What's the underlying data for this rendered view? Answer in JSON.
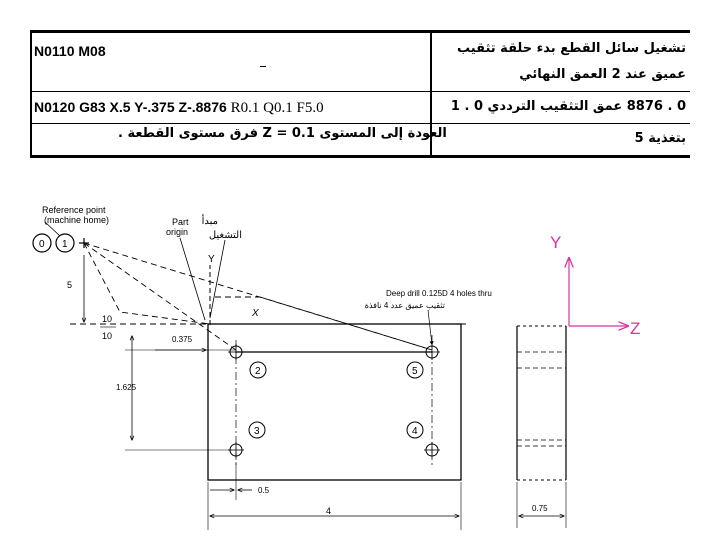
{
  "table": {
    "row1_code": "N0110 M08",
    "row1_desc": "تشغيل سائل القطع بدء حلقة تثقيب",
    "row1b_desc": "عميق عند 2 العمق النهائي",
    "row2_code": "N0120 G83 X.5 Y-.375 Z-.8876",
    "row2_params": "R0.1 Q0.1 F5.0",
    "row2_desc": "0 . 8876 عمق التثقيب الترددي 0 . 1",
    "row3_desc": "العودة إلى المستوى 0.1 = Z فرق مستوى القطعة .",
    "row3b_desc": "بتغذية 5"
  },
  "drawing": {
    "reference_point_label": [
      "Reference point",
      "(machine home)"
    ],
    "part_origin_label": [
      "Part",
      "origin"
    ],
    "origin_arabic": [
      "مبدأ",
      "التشغيل"
    ],
    "point_labels": [
      "0",
      "1"
    ],
    "y_axis": "Y",
    "x_axis": "X",
    "dim_5": "5",
    "dim_10a": "10",
    "dim_10b": "10",
    "dim_375": "0.375",
    "dim_1625": "1.625",
    "dim_05": "0.5",
    "dim_4": "4",
    "dim_075": "0.75",
    "drill_label": "Deep drill 0.125D 4 holes thru",
    "drill_arabic": "تثقيب عميق عدد 4 نافذة",
    "hole_numbers": [
      "2",
      "3",
      "4",
      "5"
    ],
    "view_y": "Y",
    "view_z": "Z"
  },
  "colors": {
    "axis_magenta": "#d6359c",
    "line": "#000000"
  }
}
